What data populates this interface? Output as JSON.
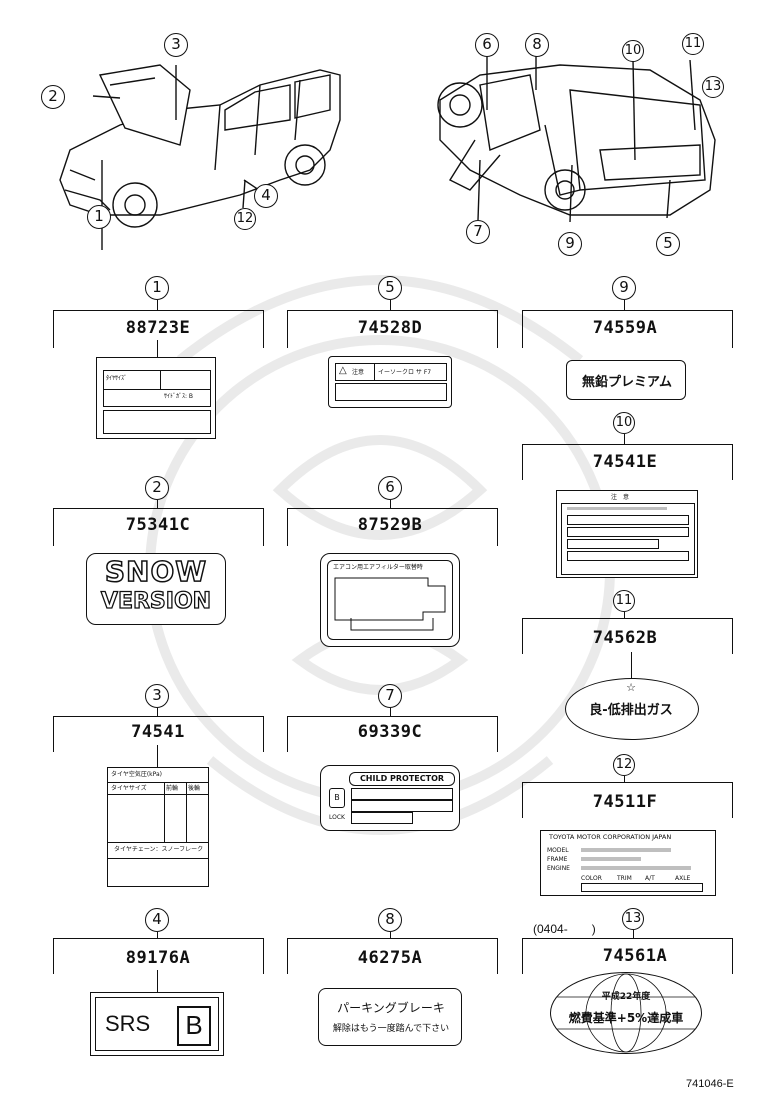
{
  "callouts_top": [
    "1",
    "2",
    "3",
    "4",
    "12",
    "6",
    "8",
    "10",
    "11",
    "13",
    "7",
    "9",
    "5"
  ],
  "parts": [
    {
      "num": "1",
      "part": "88723E"
    },
    {
      "num": "2",
      "part": "75341C"
    },
    {
      "num": "3",
      "part": "74541"
    },
    {
      "num": "4",
      "part": "89176A"
    },
    {
      "num": "5",
      "part": "74528D"
    },
    {
      "num": "6",
      "part": "87529B"
    },
    {
      "num": "7",
      "part": "69339C"
    },
    {
      "num": "8",
      "part": "46275A"
    },
    {
      "num": "9",
      "part": "74559A"
    },
    {
      "num": "10",
      "part": "74541E"
    },
    {
      "num": "11",
      "part": "74562B"
    },
    {
      "num": "12",
      "part": "74511F"
    },
    {
      "num": "13",
      "part": "74561A"
    }
  ],
  "labels": {
    "l1": {
      "row1": "ﾀｲﾔｻｲｽﾞ",
      "row2": "ｻｲﾄﾞｶﾞｽ: B"
    },
    "l2": {
      "line1": "SNOW",
      "line2": "VERSION"
    },
    "l3": {
      "head": "タイヤ空気圧(kPa)",
      "col1": "タイヤサイズ",
      "col2": "前輪",
      "col3": "後輪",
      "foot": "タイヤチェーン：スノーフレーク"
    },
    "l4": {
      "text": "SRS",
      "letter": "B"
    },
    "l5": {
      "warn": "注意",
      "text": "イーソークロ サ F7"
    },
    "l6": {
      "title": "エアコン用エアフィルター取替時"
    },
    "l7": {
      "title": "CHILD PROTECTOR",
      "lock": "LOCK"
    },
    "l8": {
      "line1": "パーキングブレーキ",
      "line2": "解除はもう一度踏んで下さい"
    },
    "l9": {
      "text": "無鉛プレミアム"
    },
    "l10": {
      "title": "注　意"
    },
    "l11": {
      "text": "良-低排出ガス"
    },
    "l12": {
      "title": "TOYOTA MOTOR CORPORATION JAPAN",
      "r1": "MODEL",
      "r2": "FRAME",
      "r3": "ENGINE",
      "c1": "COLOR",
      "c2": "TRIM",
      "c3": "A/T",
      "c4": "AXLE"
    },
    "l13": {
      "top": "平成22年度",
      "main": "燃費基準+5%達成車"
    }
  },
  "note13": "(0404-　　)",
  "figure_code": "741046-E"
}
